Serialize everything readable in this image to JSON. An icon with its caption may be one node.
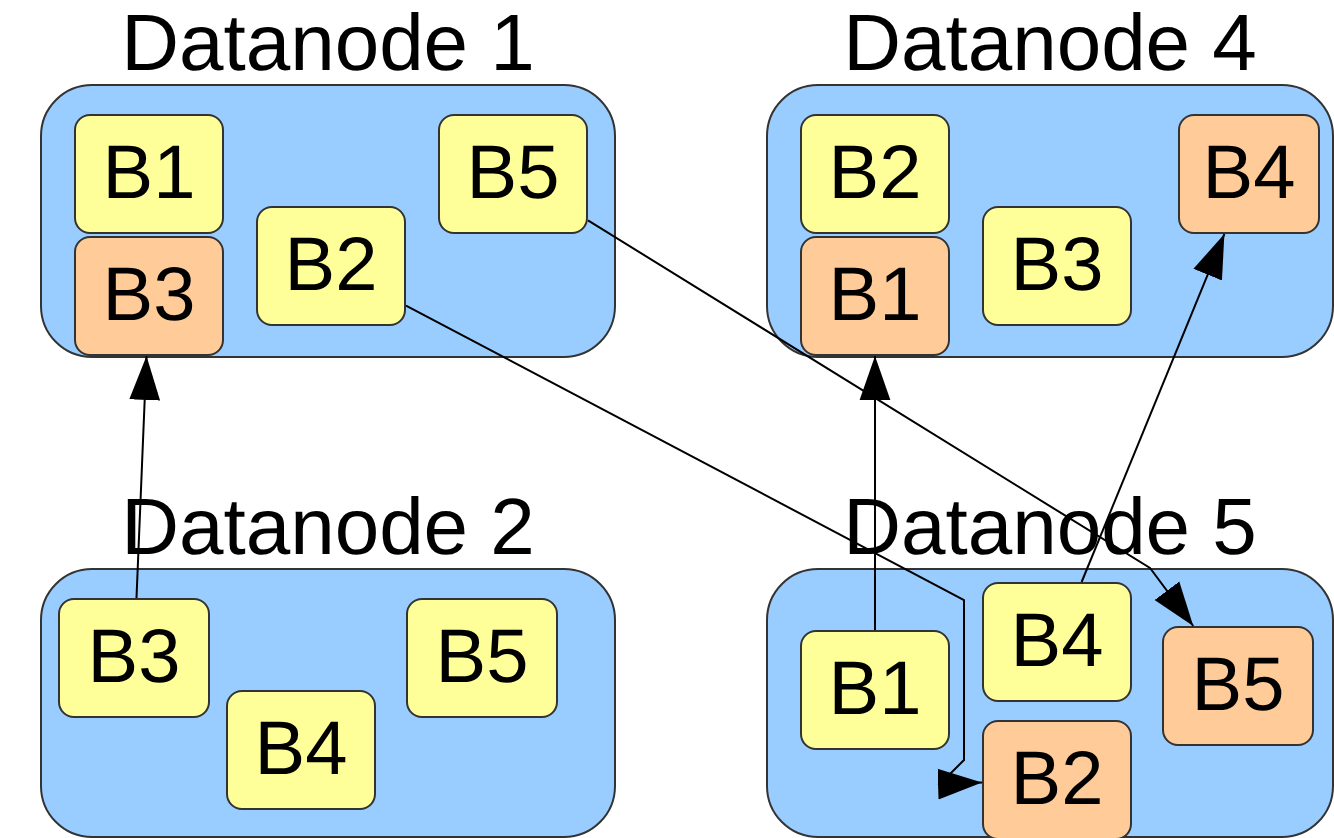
{
  "diagram": {
    "nodes": [
      {
        "text": [
          "Datanode 1"
        ]
      },
      {
        "text": [
          "B1"
        ],
        "in": 0
      },
      {
        "text": [
          "B3"
        ],
        "in": 0
      },
      {
        "text": [
          "B2"
        ],
        "in": 0
      },
      {
        "text": [
          "B5"
        ],
        "in": 0
      },
      {
        "text": [
          "Datanode 4"
        ]
      },
      {
        "text": [
          "B2"
        ],
        "in": 5
      },
      {
        "text": [
          "B1"
        ],
        "in": 5
      },
      {
        "text": [
          "B3"
        ],
        "in": 5
      },
      {
        "text": [
          "B4"
        ],
        "in": 5
      },
      {
        "text": [
          "Datanode 2"
        ]
      },
      {
        "text": [
          "B3"
        ],
        "in": 10
      },
      {
        "text": [
          "B4"
        ],
        "in": 10
      },
      {
        "text": [
          "B5"
        ],
        "in": 10
      },
      {
        "text": [
          "Datanode 5"
        ]
      },
      {
        "text": [
          "B1"
        ],
        "in": 14
      },
      {
        "text": [
          "B4"
        ],
        "in": 14
      },
      {
        "text": [
          "B5"
        ],
        "in": 14
      },
      {
        "text": [
          "B2"
        ],
        "in": 14
      }
    ],
    "edges": [
      {
        "from": 11,
        "to": 2,
        "arrow": "to"
      },
      {
        "from": 15,
        "to": 7,
        "arrow": "to"
      },
      {
        "from": 16,
        "to": 9,
        "arrow": "to"
      },
      {
        "from": 3,
        "to": 18,
        "arrow": "to"
      },
      {
        "from": 4,
        "to": 17,
        "arrow": "to"
      }
    ]
  }
}
